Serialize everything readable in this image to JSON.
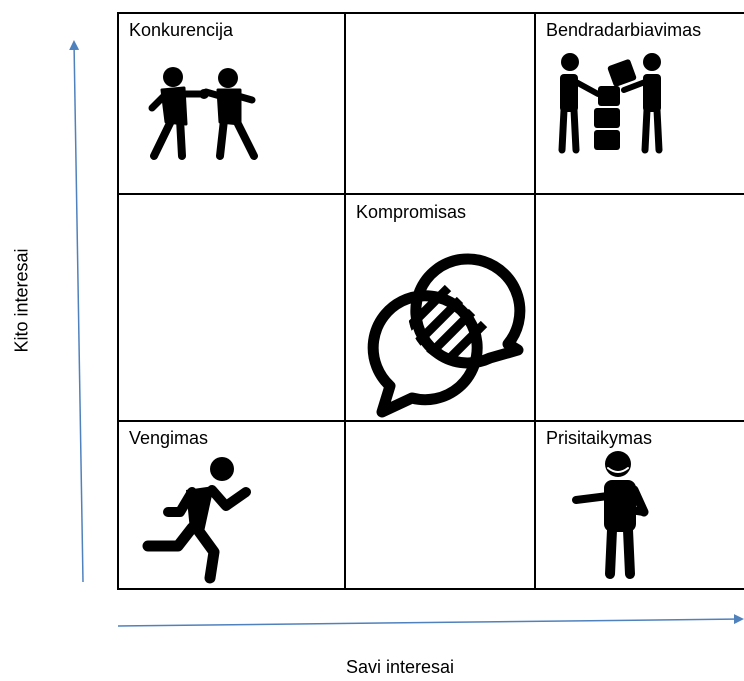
{
  "axes": {
    "y_label": "Kito interesai",
    "x_label": "Savi interesai",
    "arrow_color": "#4f81bd"
  },
  "cells": {
    "competition": {
      "label": "Konkurencija",
      "icon": "two-people-fighting-icon"
    },
    "collaboration": {
      "label": "Bendradarbiavimas",
      "icon": "two-people-building-blocks-icon"
    },
    "compromise": {
      "label": "Kompromisas",
      "icon": "overlapping-speech-bubbles-icon"
    },
    "avoidance": {
      "label": "Vengimas",
      "icon": "running-person-icon"
    },
    "accommodation": {
      "label": "Prisitaikymas",
      "icon": "person-offering-hand-icon"
    }
  }
}
